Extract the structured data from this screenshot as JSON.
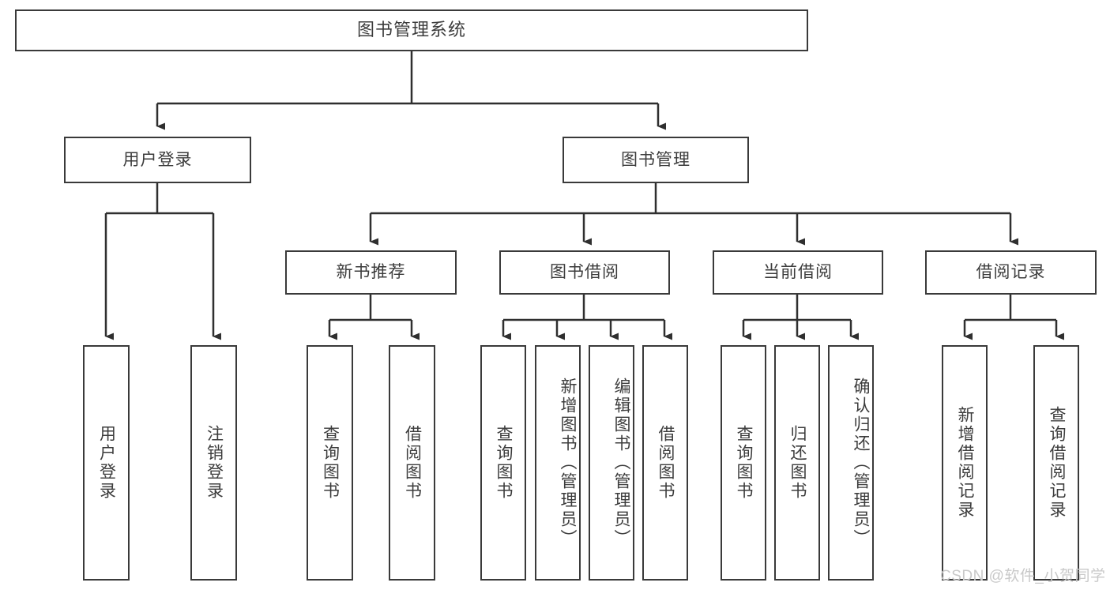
{
  "diagram": {
    "type": "tree",
    "title": "图书管理系统",
    "root": {
      "label": "图书管理系统"
    },
    "level2": [
      {
        "label": "用户登录"
      },
      {
        "label": "图书管理"
      }
    ],
    "level3": [
      {
        "label": "新书推荐"
      },
      {
        "label": "图书借阅"
      },
      {
        "label": "当前借阅"
      },
      {
        "label": "借阅记录"
      }
    ],
    "leaves": {
      "user_login": [
        {
          "label": "用户登录"
        },
        {
          "label": "注销登录"
        }
      ],
      "new_book_recommend": [
        {
          "label": "查询图书"
        },
        {
          "label": "借阅图书"
        }
      ],
      "book_borrow": [
        {
          "label": "查询图书"
        },
        {
          "label": "新增图书（管理员）"
        },
        {
          "label": "编辑图书（管理员）"
        },
        {
          "label": "借阅图书"
        }
      ],
      "current_borrow": [
        {
          "label": "查询图书"
        },
        {
          "label": "归还图书"
        },
        {
          "label": "确认归还（管理员）"
        }
      ],
      "borrow_record": [
        {
          "label": "新增借阅记录"
        },
        {
          "label": "查询借阅记录"
        }
      ]
    }
  },
  "watermark": {
    "text": "CSDN @软件_小贺同学"
  },
  "colors": {
    "stroke": "#3a3a3a",
    "text": "#3c3c3c",
    "background": "#ffffff",
    "watermark": "#c9c9c9"
  }
}
